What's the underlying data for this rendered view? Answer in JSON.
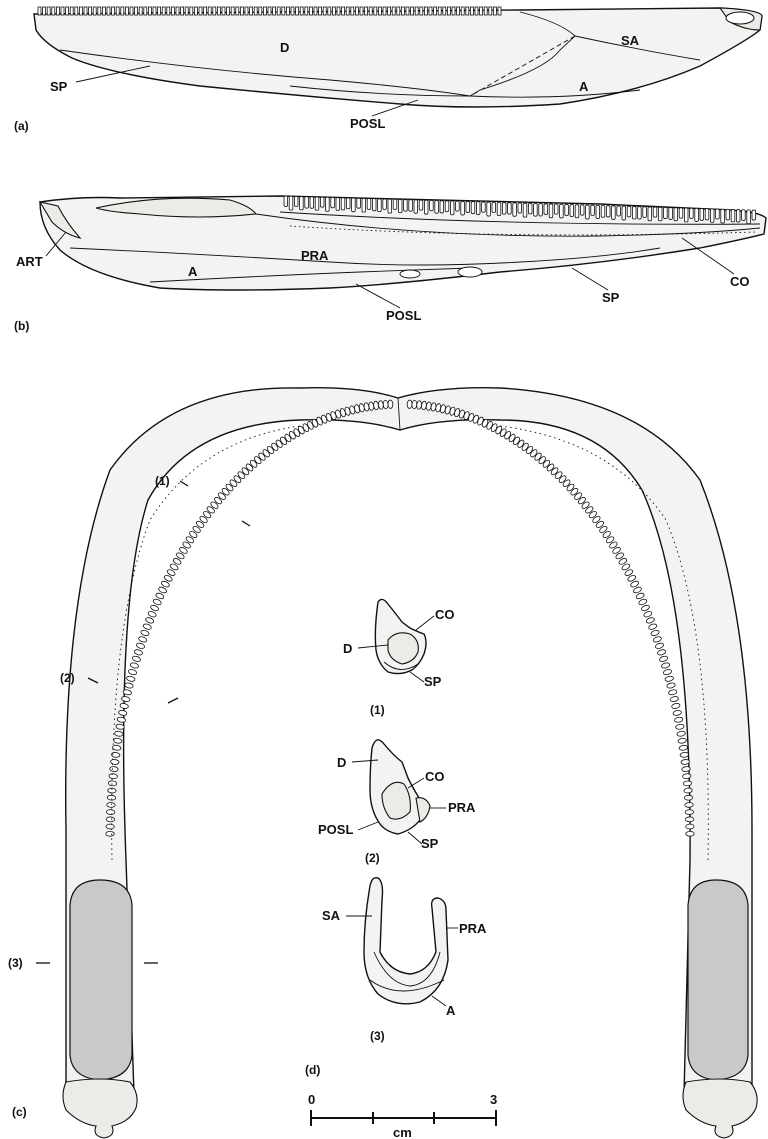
{
  "panel_a": {
    "tag": "(a)",
    "labels": {
      "D": "D",
      "SA": "SA",
      "A": "A",
      "SP": "SP",
      "POSL": "POSL"
    }
  },
  "panel_b": {
    "tag": "(b)",
    "labels": {
      "ART": "ART",
      "PRA": "PRA",
      "A": "A",
      "POSL": "POSL",
      "SP": "SP",
      "CO": "CO"
    }
  },
  "panel_c": {
    "tag": "(c)",
    "section_marks": [
      "(1)",
      "(2)",
      "(3)"
    ]
  },
  "panel_d": {
    "tag": "(d)",
    "section_1": {
      "number": "(1)",
      "D": "D",
      "CO": "CO",
      "SP": "SP"
    },
    "section_2": {
      "number": "(2)",
      "D": "D",
      "CO": "CO",
      "PRA": "PRA",
      "POSL": "POSL",
      "SP": "SP"
    },
    "section_3": {
      "number": "(3)",
      "SA": "SA",
      "PRA": "PRA",
      "A": "A"
    }
  },
  "scale_bar": {
    "tick_start": "0",
    "tick_end": "3",
    "unit": "cm"
  }
}
